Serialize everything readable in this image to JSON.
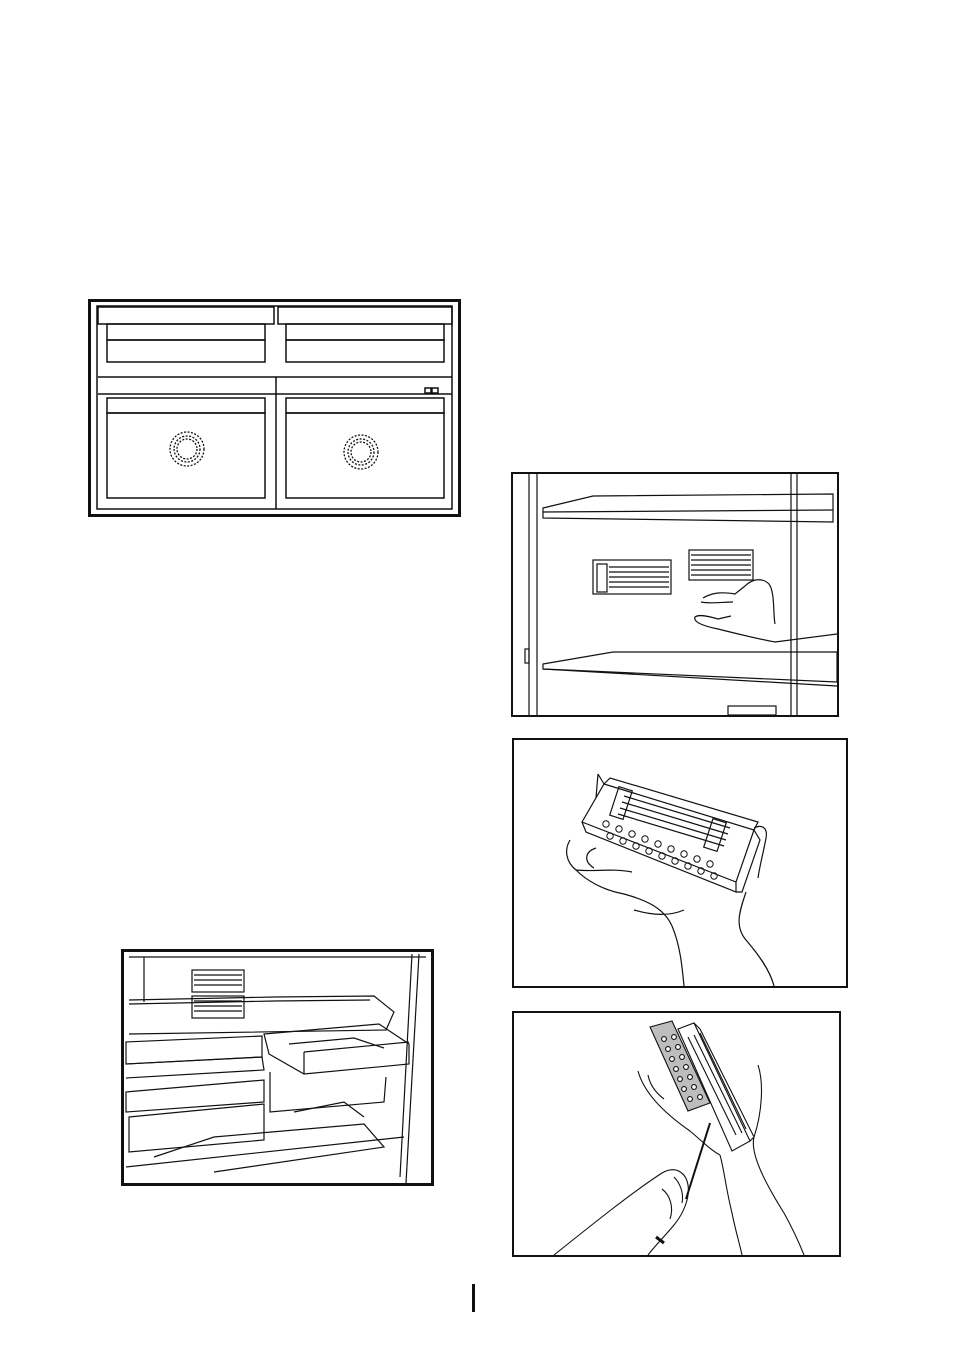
{
  "page": {
    "figures": [
      {
        "id": "fig-drawers",
        "icon": "freezer-drawers-illustration"
      },
      {
        "id": "fig-shelves",
        "icon": "fridge-interior-drawers-illustration"
      },
      {
        "id": "fig-filter-remove",
        "icon": "hand-removing-filter-illustration"
      },
      {
        "id": "fig-filter-hold",
        "icon": "filter-cartridge-in-hand-illustration"
      },
      {
        "id": "fig-filter-open",
        "icon": "opening-filter-cartridge-illustration"
      }
    ],
    "colors": {
      "line": "#111111",
      "background": "#ffffff"
    }
  }
}
